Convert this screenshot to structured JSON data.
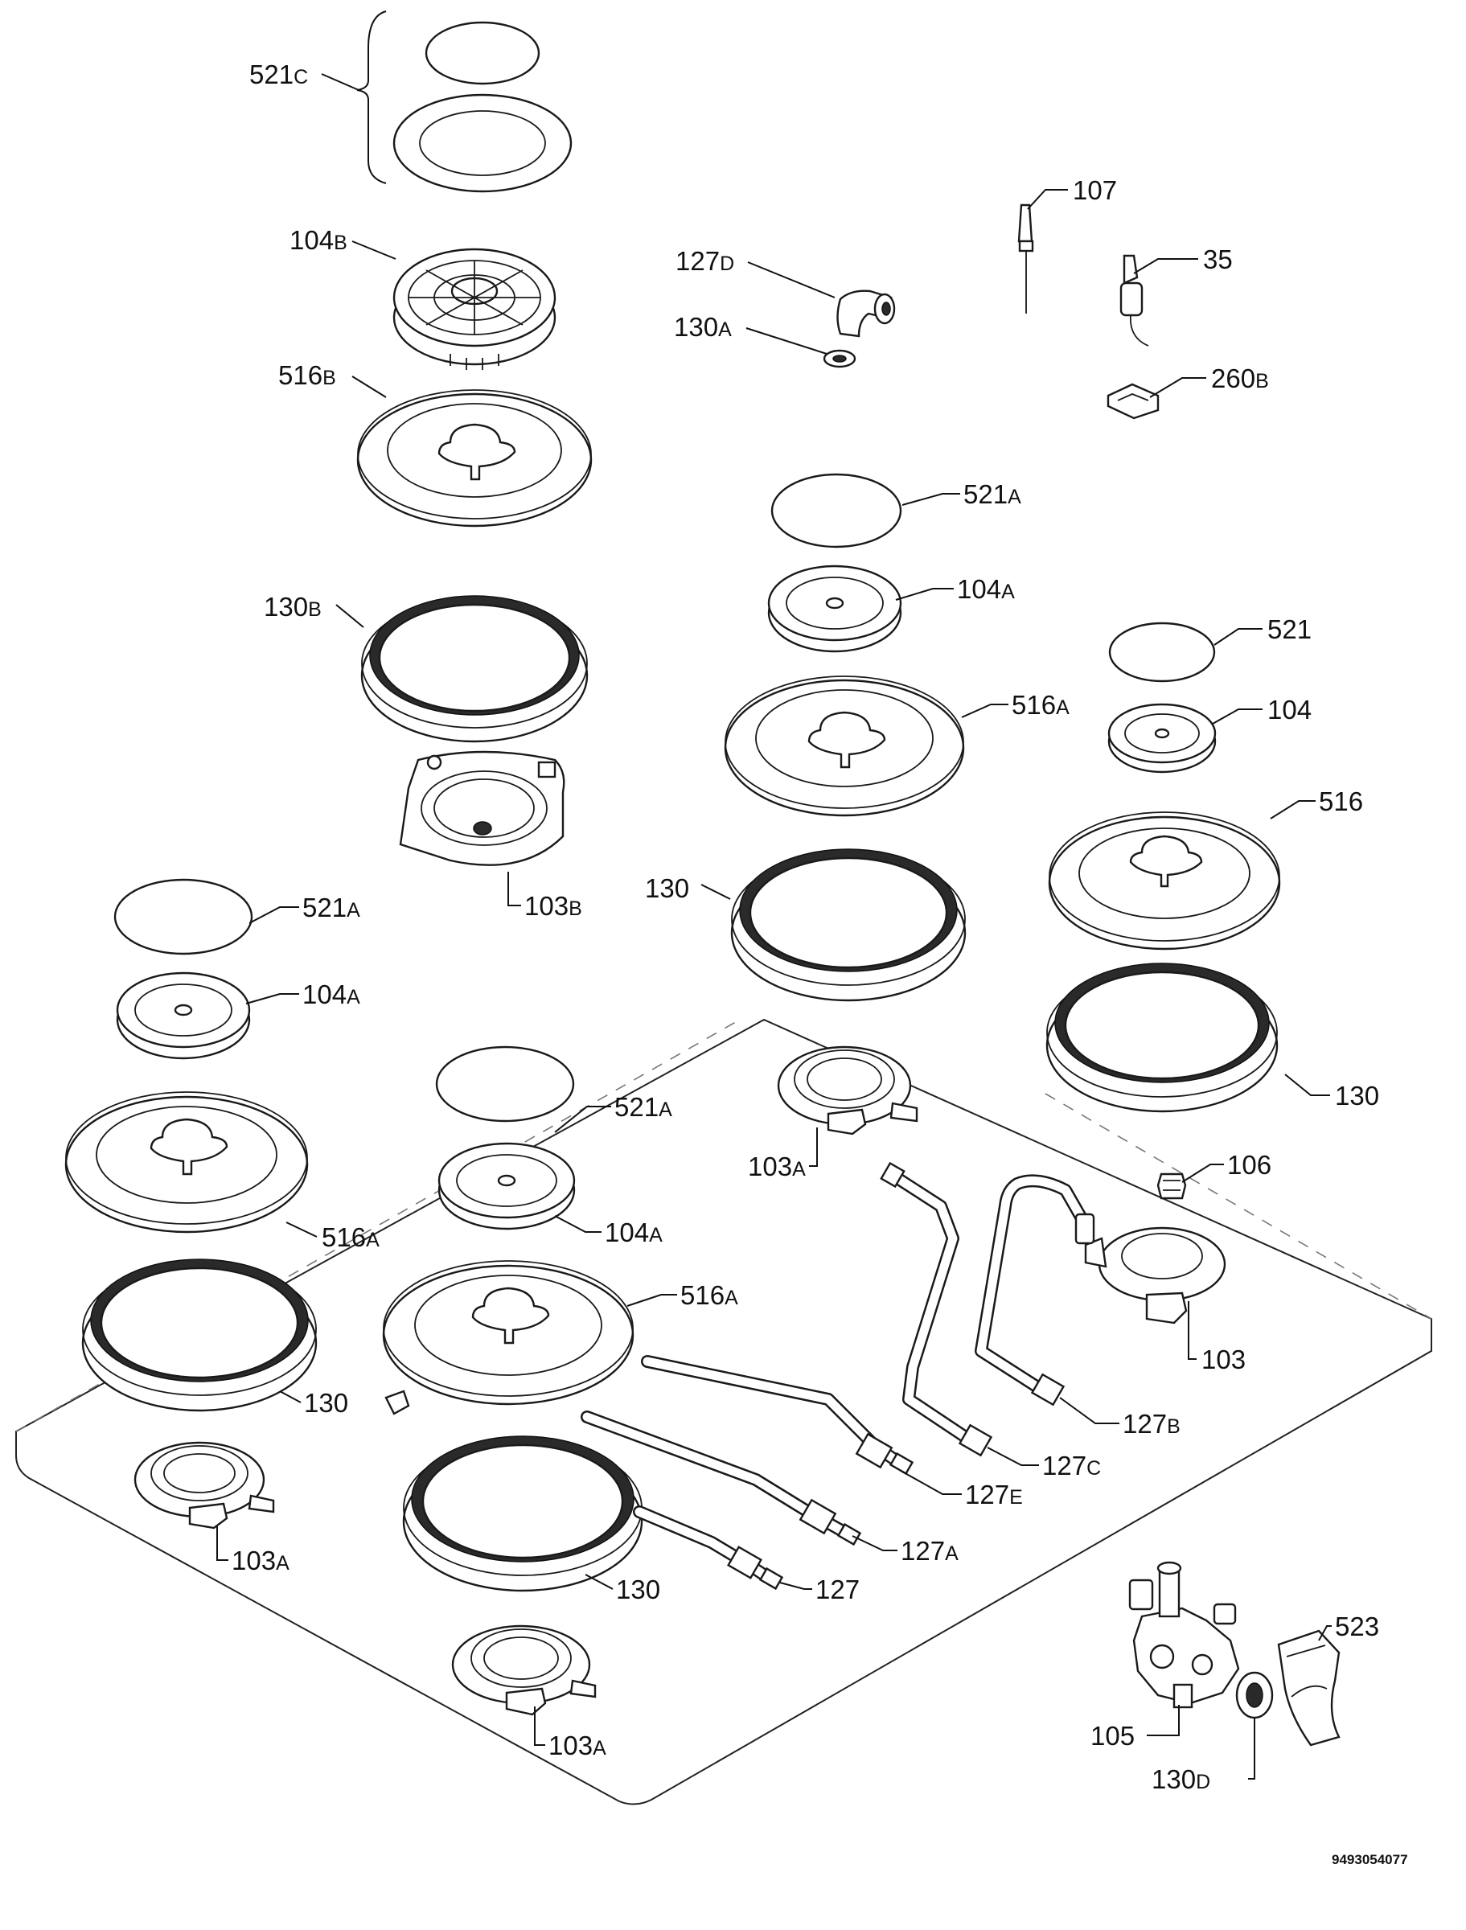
{
  "diagram_code": "9493054077",
  "labels": [
    {
      "id": "521c",
      "num": "521",
      "suffix": "C"
    },
    {
      "id": "104b",
      "num": "104",
      "suffix": "B"
    },
    {
      "id": "516b",
      "num": "516",
      "suffix": "B"
    },
    {
      "id": "130b",
      "num": "130",
      "suffix": "B"
    },
    {
      "id": "103b",
      "num": "103",
      "suffix": "B"
    },
    {
      "id": "127d",
      "num": "127",
      "suffix": "D"
    },
    {
      "id": "130a",
      "num": "130",
      "suffix": "A"
    },
    {
      "id": "107",
      "num": "107",
      "suffix": ""
    },
    {
      "id": "35",
      "num": "35",
      "suffix": ""
    },
    {
      "id": "260b",
      "num": "260",
      "suffix": "B"
    },
    {
      "id": "521a-center",
      "num": "521",
      "suffix": "A"
    },
    {
      "id": "104a-center",
      "num": "104",
      "suffix": "A"
    },
    {
      "id": "516a-center",
      "num": "516",
      "suffix": "A"
    },
    {
      "id": "130-center",
      "num": "130",
      "suffix": ""
    },
    {
      "id": "103a-center",
      "num": "103",
      "suffix": "A"
    },
    {
      "id": "521-right",
      "num": "521",
      "suffix": ""
    },
    {
      "id": "104-right",
      "num": "104",
      "suffix": ""
    },
    {
      "id": "516-right",
      "num": "516",
      "suffix": ""
    },
    {
      "id": "130-right",
      "num": "130",
      "suffix": ""
    },
    {
      "id": "106",
      "num": "106",
      "suffix": ""
    },
    {
      "id": "103-right",
      "num": "103",
      "suffix": ""
    },
    {
      "id": "127b",
      "num": "127",
      "suffix": "B"
    },
    {
      "id": "127c",
      "num": "127",
      "suffix": "C"
    },
    {
      "id": "521a-left",
      "num": "521",
      "suffix": "A"
    },
    {
      "id": "104a-left",
      "num": "104",
      "suffix": "A"
    },
    {
      "id": "516a-left",
      "num": "516",
      "suffix": "A"
    },
    {
      "id": "130-left",
      "num": "130",
      "suffix": ""
    },
    {
      "id": "103a-left",
      "num": "103",
      "suffix": "A"
    },
    {
      "id": "521a-mid",
      "num": "521",
      "suffix": "A"
    },
    {
      "id": "104a-mid",
      "num": "104",
      "suffix": "A"
    },
    {
      "id": "516a-mid",
      "num": "516",
      "suffix": "A"
    },
    {
      "id": "130-mid",
      "num": "130",
      "suffix": ""
    },
    {
      "id": "103a-mid",
      "num": "103",
      "suffix": "A"
    },
    {
      "id": "127e",
      "num": "127",
      "suffix": "E"
    },
    {
      "id": "127a",
      "num": "127",
      "suffix": "A"
    },
    {
      "id": "127",
      "num": "127",
      "suffix": ""
    },
    {
      "id": "523",
      "num": "523",
      "suffix": ""
    },
    {
      "id": "105",
      "num": "105",
      "suffix": ""
    },
    {
      "id": "130d",
      "num": "130",
      "suffix": "D"
    }
  ]
}
